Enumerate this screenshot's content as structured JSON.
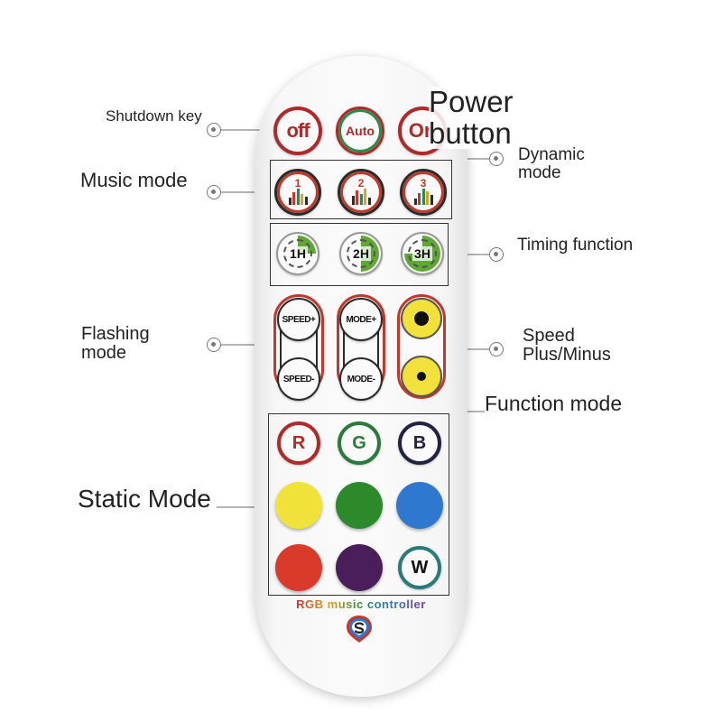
{
  "labels": {
    "shutdown_key": "Shutdown key",
    "power_button_line1": "Power",
    "power_button_line2": "button",
    "dynamic_mode_line1": "Dynamic",
    "dynamic_mode_line2": "mode",
    "music_mode": "Music mode",
    "timing_function": "Timing function",
    "flashing_mode_line1": "Flashing",
    "flashing_mode_line2": "mode",
    "speed_line1": "Speed",
    "speed_line2": "Plus/Minus",
    "function_mode": "Function mode",
    "static_mode": "Static Mode"
  },
  "remote": {
    "row1": {
      "off": "off",
      "auto": "Auto",
      "on": "On"
    },
    "music": [
      "1",
      "2",
      "3"
    ],
    "timers": [
      "1H",
      "2H",
      "3H"
    ],
    "speed_plus": "SPEED+",
    "speed_minus": "SPEED-",
    "mode_plus": "MODE+",
    "mode_minus": "MODE-",
    "letters": {
      "r": "R",
      "g": "G",
      "b": "B",
      "w": "W"
    },
    "brand": "RGB music controller"
  },
  "colors": {
    "red_accent": "#b02a2a",
    "green_accent": "#2a8a4a",
    "timer_green": "#5fa834",
    "static_yellow": "#f0e23a",
    "static_green": "#2c8a2a",
    "static_blue": "#2f78d0",
    "static_red": "#d93a2a",
    "static_purple": "#4a1e5a",
    "letter_r": "#b02a2a",
    "letter_g": "#2a7a3a",
    "letter_b": "#222244",
    "letter_w": "#2a7a7a",
    "sun_yellow": "#f1e13a"
  },
  "icons": {
    "music_icon": "music-bars-icon",
    "timer_icon": "clock-timer-icon",
    "speed_icon": "sun-icon",
    "brand_logo": "s-logo-icon",
    "label_marker": "target-dot-icon"
  }
}
